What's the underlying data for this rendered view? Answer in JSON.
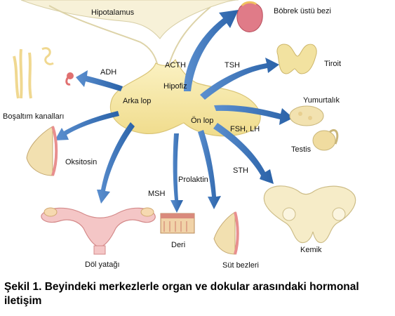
{
  "labels": {
    "hypothalamus": "Hipotalamus",
    "pituitary": "Hipofiz",
    "posterior_lobe": "Arka lop",
    "anterior_lobe": "Ön lop",
    "hormones": {
      "adh": "ADH",
      "acth": "ACTH",
      "tsh": "TSH",
      "fsh_lh": "FSH, LH",
      "sth": "STH",
      "prolactin": "Prolaktin",
      "msh": "MSH",
      "oxytocin": "Oksitosin"
    },
    "organs": {
      "adrenal": "Böbrek üstü bezi",
      "thyroid": "Tiroit",
      "ovary": "Yumurtalık",
      "testis": "Testis",
      "bone": "Kemik",
      "mammary": "Süt bezleri",
      "skin": "Deri",
      "uterus": "Döl yatağı",
      "kidney_tubules": "Boşaltım kanalları"
    }
  },
  "caption": "Şekil 1. Beyindeki merkezlerle organ ve dokular arasındaki hormonal iletişim",
  "colors": {
    "arrow": "#2f6fb5",
    "gland": "#f3e6a6",
    "gland_stroke": "#d9c476",
    "organ_pink": "#e8a0a0",
    "organ_cream": "#f2e2b0"
  }
}
